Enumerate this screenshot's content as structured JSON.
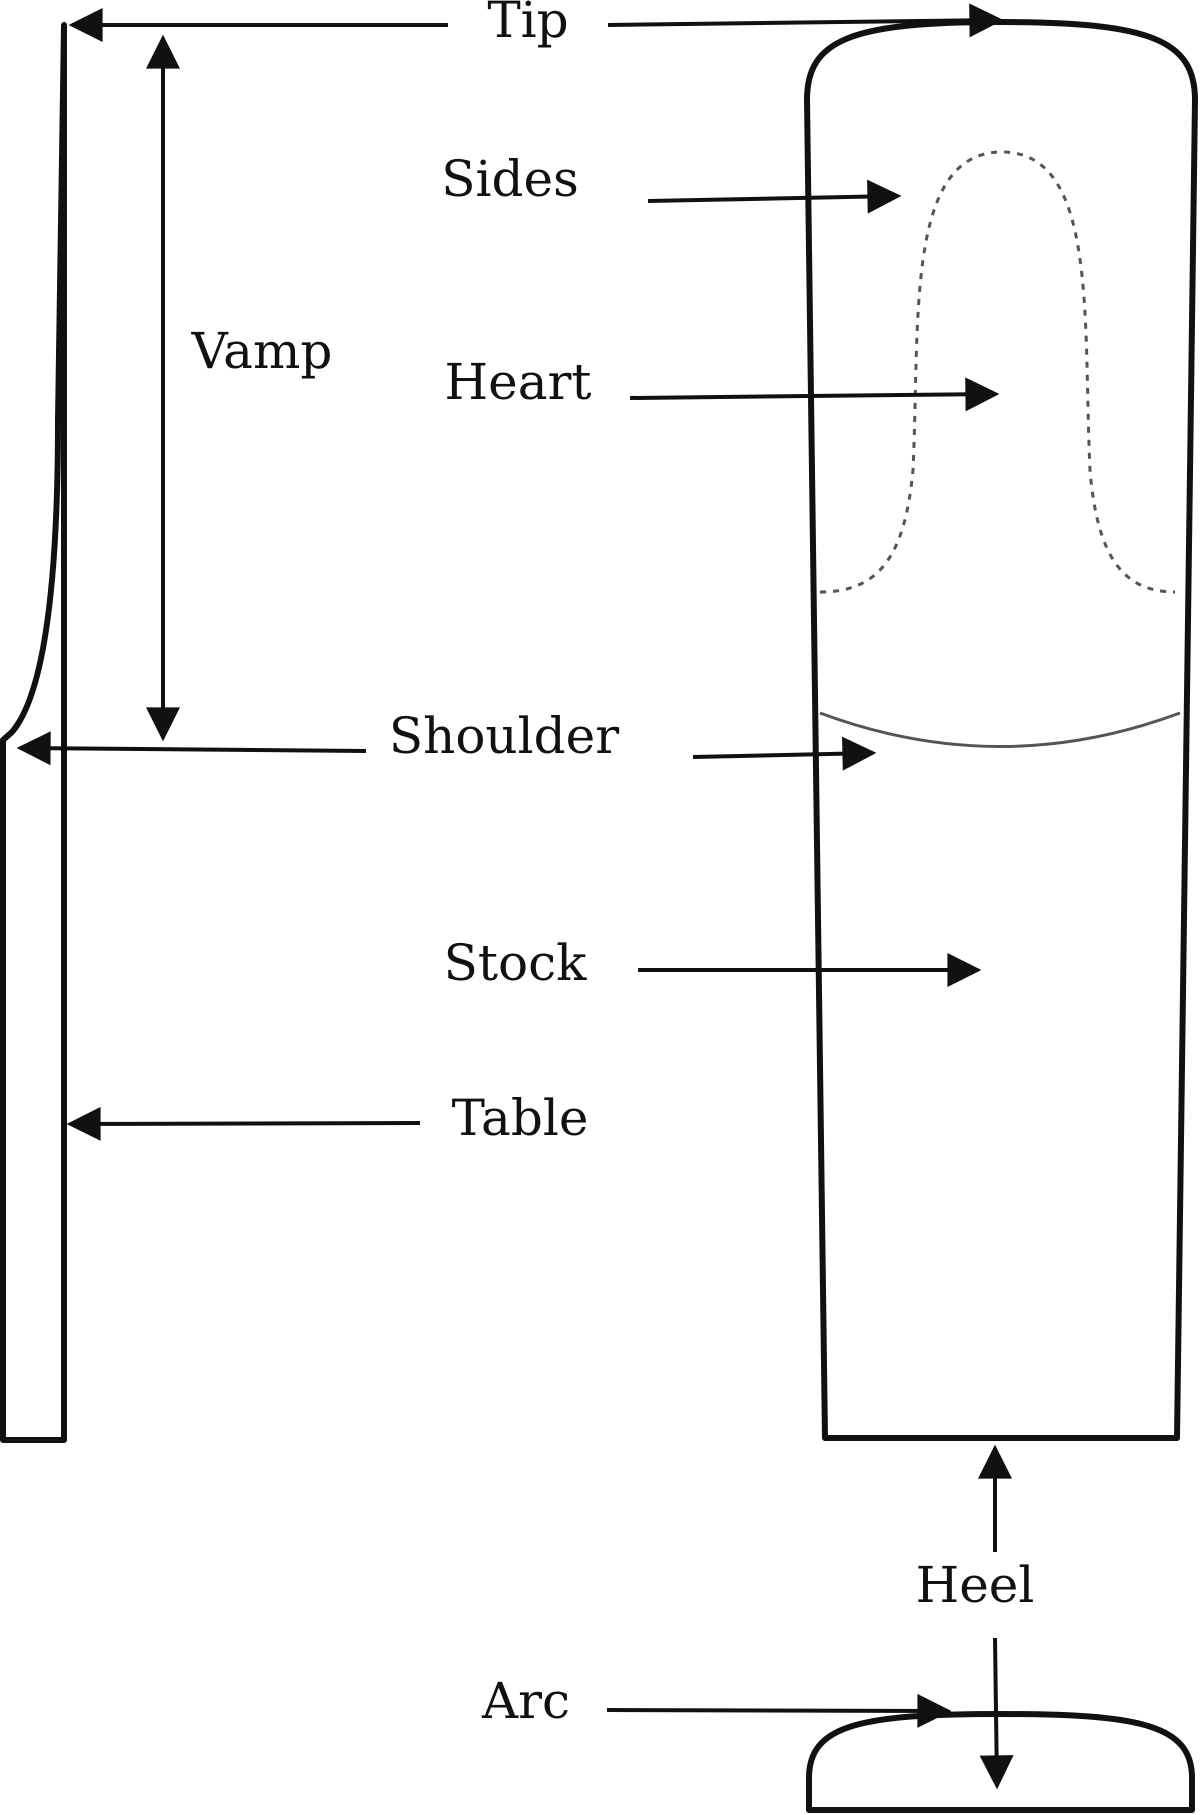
{
  "labels": {
    "tip": "Tip",
    "sides": "Sides",
    "vamp": "Vamp",
    "heart": "Heart",
    "shoulder": "Shoulder",
    "stock": "Stock",
    "table": "Table",
    "heel": "Heel",
    "arc": "Arc"
  },
  "colors": {
    "stroke": "#111111",
    "detail": "#555555",
    "background": "#ffffff"
  }
}
